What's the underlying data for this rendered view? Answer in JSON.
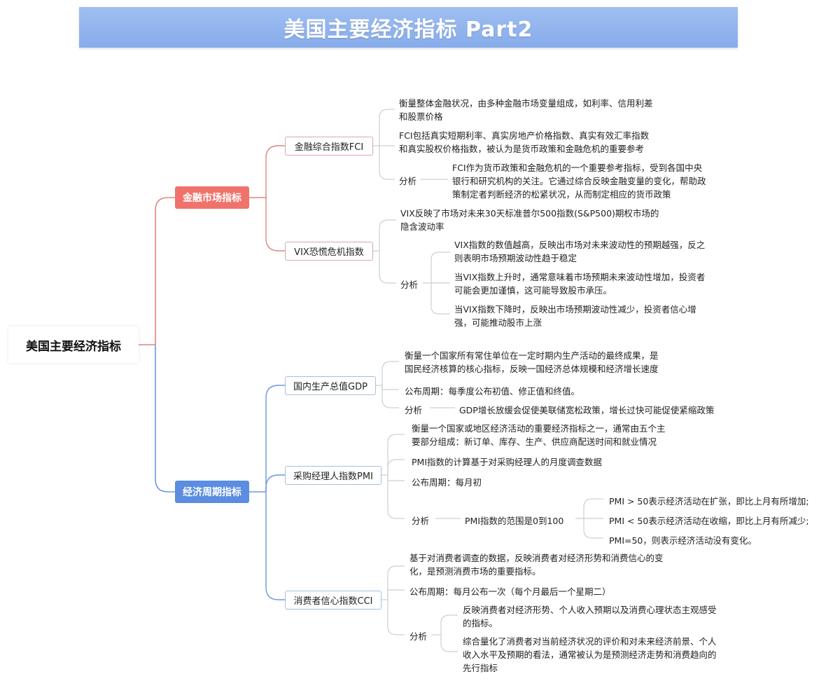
{
  "header": {
    "title": "美国主要经济指标 Part2"
  },
  "root": {
    "label": "美国主要经济指标"
  },
  "financial": {
    "label": "金融市场指标",
    "fci": {
      "label": "金融综合指数FCI",
      "def": [
        "衡量整体金融状况，由多种金融市场变量组成，如利率、信用利差",
        "和股票价格"
      ],
      "components": [
        "FCI包括真实短期利率、真实房地产价格指数、真实有效汇率指数",
        "和真实股权价格指数，被认为是货币政策和金融危机的重要参考"
      ],
      "analysis_label": "分析",
      "analysis": [
        "FCI作为货币政策和金融危机的一个重要参考指标，受到各国中央",
        "银行和研究机构的关注。它通过综合反映金融变量的变化，帮助政",
        "策制定者判断经济的松紧状况，从而制定相应的货币政策"
      ]
    },
    "vix": {
      "label": "VIX恐慌危机指数",
      "def": [
        "VIX反映了市场对未来30天标准普尔500指数(S&P500)期权市场的",
        "隐含波动率"
      ],
      "analysis_label": "分析",
      "analysis": [
        [
          "VIX指数的数值越高，反映出市场对未来波动性的预期越强，反之",
          "则表明市场预期波动性趋于稳定"
        ],
        [
          "当VIX指数上升时，通常意味着市场预期未来波动性增加，投资者",
          "可能会更加谨慎，这可能导致股市承压。"
        ],
        [
          "当VIX指数下降时，反映出市场预期波动性减少，投资者信心增",
          "强，可能推动股市上涨"
        ]
      ]
    }
  },
  "economic": {
    "label": "经济周期指标",
    "gdp": {
      "label": "国内生产总值GDP",
      "def": [
        "衡量一个国家所有常住单位在一定时期内生产活动的最终成果，是",
        "国民经济核算的核心指标，反映一国经济总体规模和经济增长速度"
      ],
      "period": "公布周期：每季度公布初值、修正值和终值。",
      "analysis_label": "分析",
      "analysis": "GDP增长放缓会促使美联储宽松政策，增长过快可能促使紧缩政策"
    },
    "pmi": {
      "label": "采购经理人指数PMI",
      "def": [
        "衡量一个国家或地区经济活动的重要经济指标之一，通常由五个主",
        "要部分组成：新订单、库存、生产、供应商配送时间和就业情况"
      ],
      "calc": "PMI指数的计算基于对采购经理人的月度调查数据",
      "period": "公布周期：每月初",
      "analysis_label": "分析",
      "range": "PMI指数的范围是0到100",
      "rules": [
        "PMI > 50表示经济活动在扩张，即比上月有所增加;",
        "PMI < 50表示经济活动在收缩，即比上月有所减少;",
        "PMI=50，则表示经济活动没有变化。"
      ]
    },
    "cci": {
      "label": "消费者信心指数CCI",
      "def": [
        "基于对消费者调查的数据，反映消费者对经济形势和消费信心的变",
        "化，是预测消费市场的重要指标。"
      ],
      "period": "公布周期：每月公布一次（每个月最后一个星期二）",
      "analysis_label": "分析",
      "analysis": [
        [
          "反映消费者对经济形势、个人收入预期以及消费心理状态主观感受",
          "的指标。"
        ],
        [
          "综合量化了消费者对当前经济状况的评价和对未来经济前景、个人",
          "收入水平及预期的看法，通常被认为是预测经济走势和消费趋向的",
          "先行指标"
        ]
      ]
    }
  },
  "colors": {
    "financial": "#f0736b",
    "economic": "#5b8de0",
    "banner": "#8fb2ee"
  }
}
